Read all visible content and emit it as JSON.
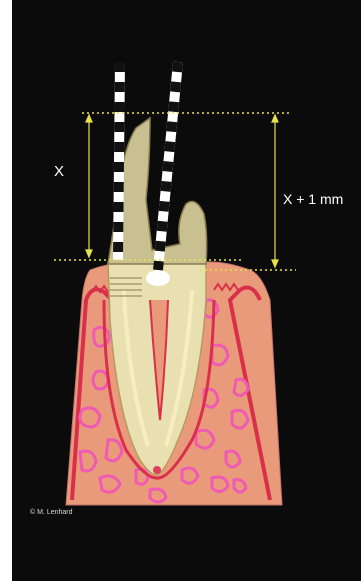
{
  "figure": {
    "label_left": "X",
    "label_right": "X + 1 mm",
    "credit": "© M. Lenhard"
  },
  "colors": {
    "background": "#0b0b0b",
    "guide_lines": "#e6e24a",
    "gingiva_bone": "#e89a7a",
    "bone_outline": "#d8304a",
    "marrow_spaces": "#f05ab4",
    "root": "#e8e0b0",
    "crown": "#c8c090",
    "pulp": "#f6eebe",
    "probe_black": "#111111",
    "probe_white": "#ffffff"
  }
}
